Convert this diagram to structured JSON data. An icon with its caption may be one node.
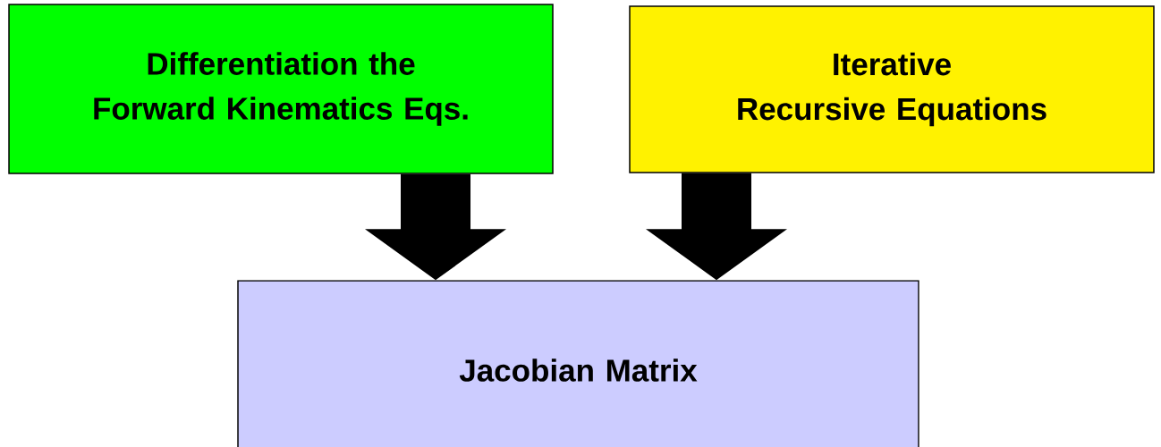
{
  "diagram": {
    "nodes": [
      {
        "text": [
          "Differentiation the Forward Kinematics Eqs."
        ]
      },
      {
        "text": [
          "Iterative Recursive Equations"
        ]
      },
      {
        "text": [
          "Jacobian Matrix"
        ]
      }
    ],
    "edges": [
      {
        "from": 0,
        "to": 2,
        "arrow": "to"
      },
      {
        "from": 1,
        "to": 2,
        "arrow": "to"
      }
    ]
  }
}
